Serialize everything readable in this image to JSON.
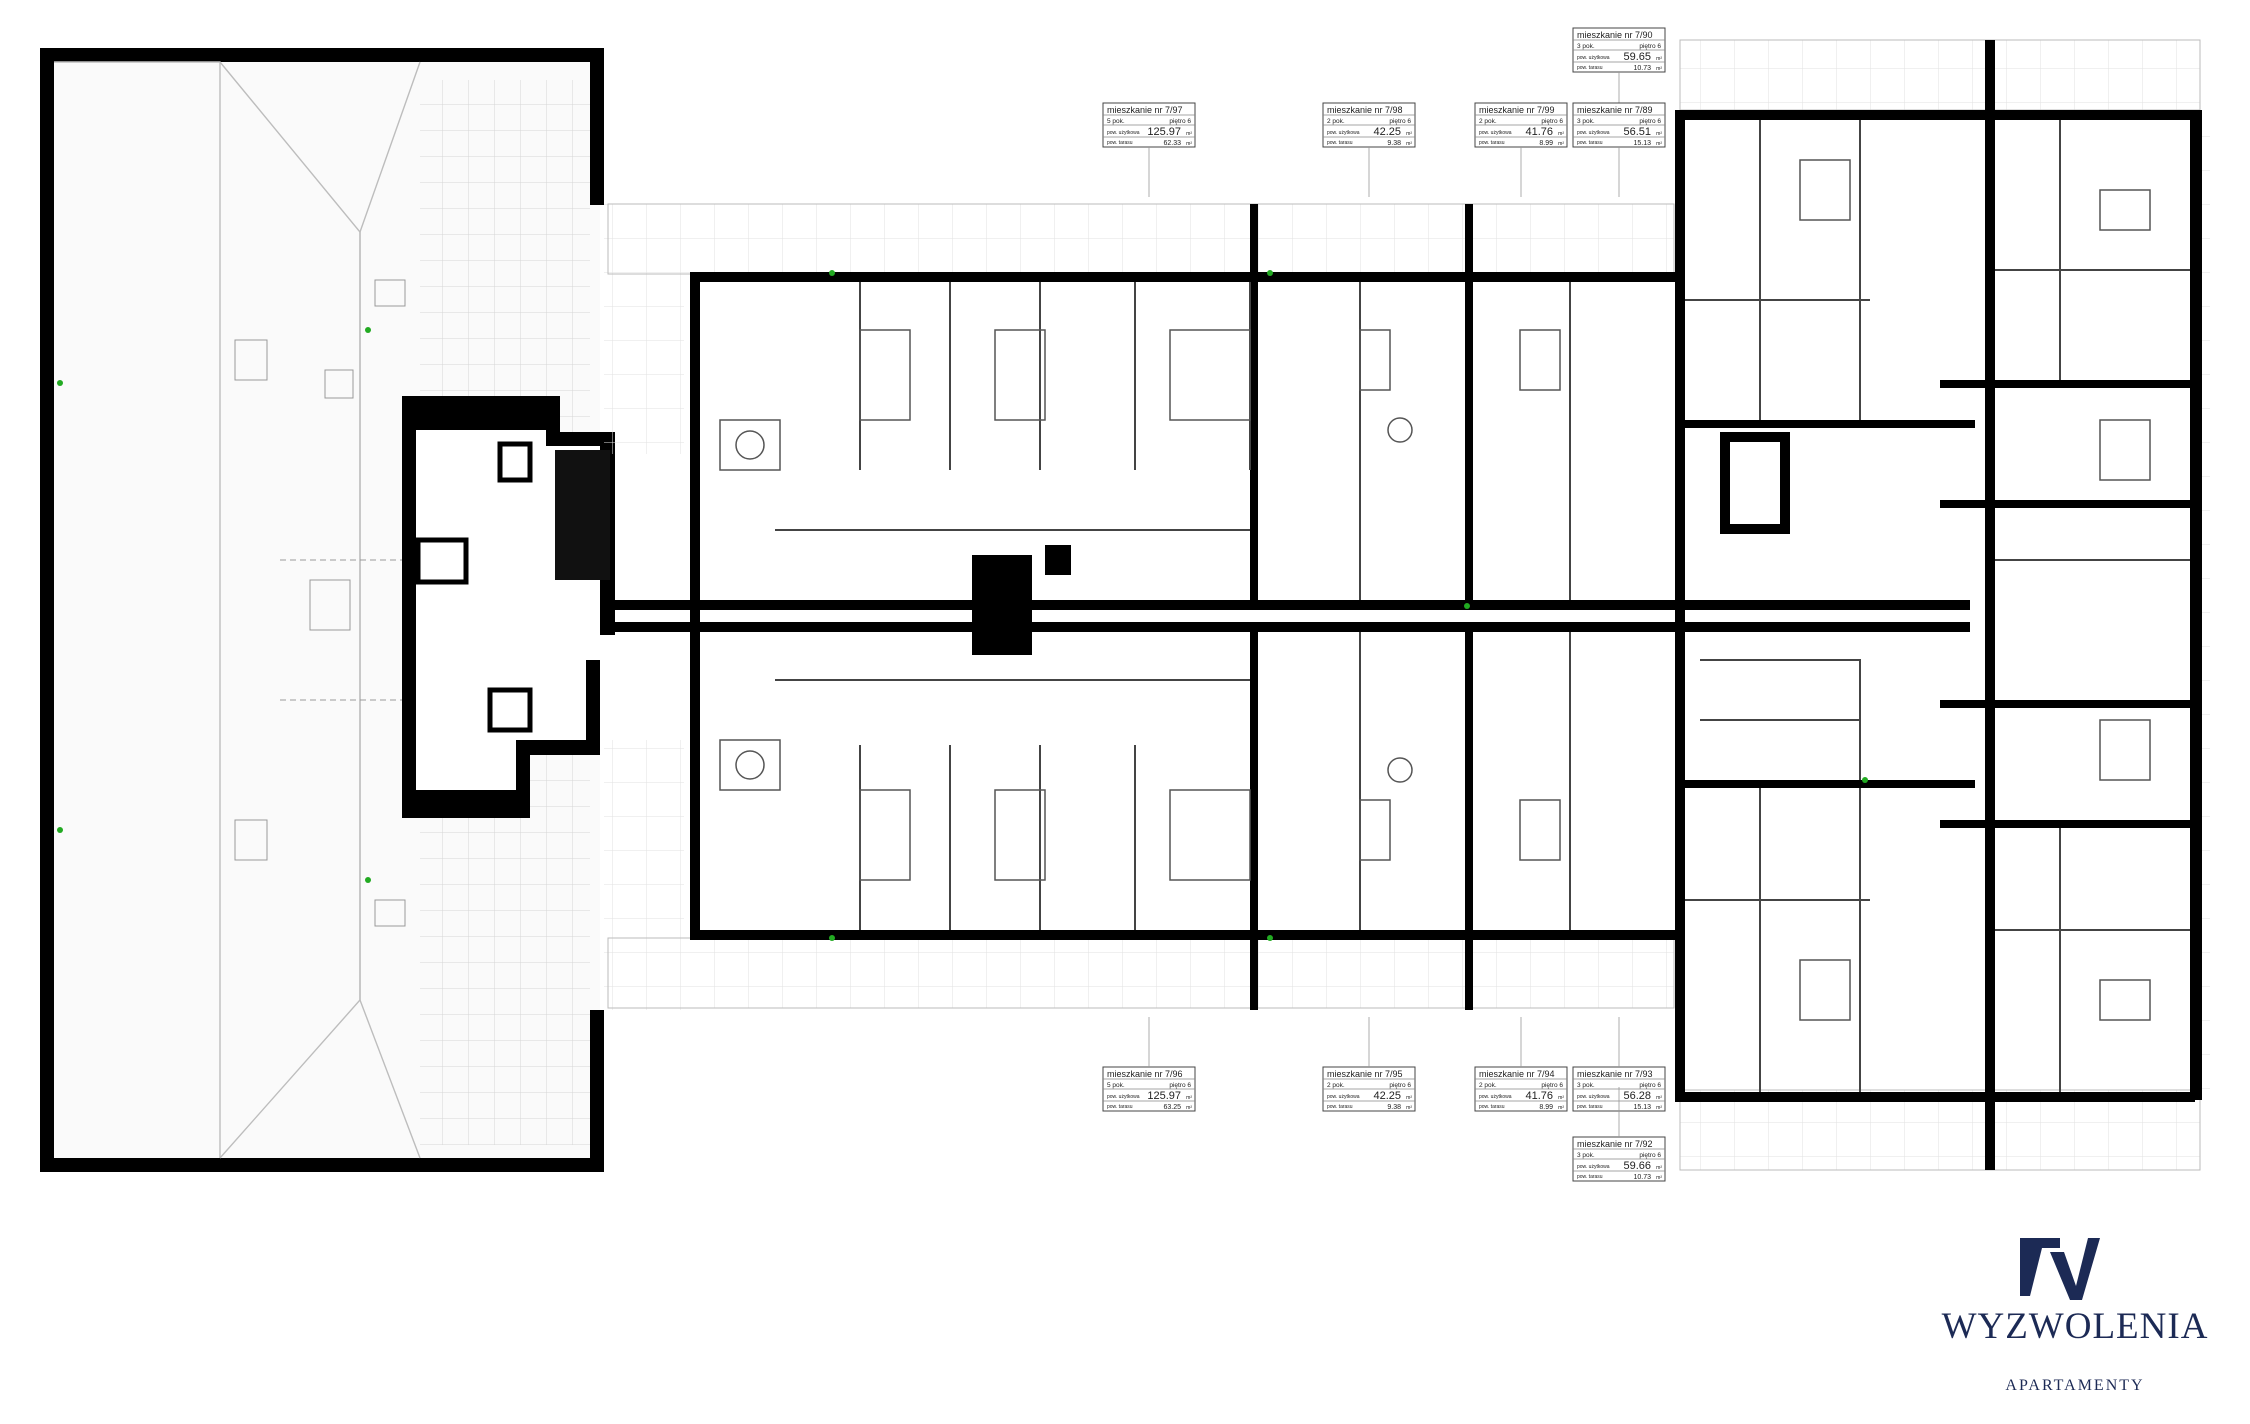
{
  "brand": {
    "name": "WYZWOLENIA",
    "subtitle": "APARTAMENTY",
    "color": "#1c2a55"
  },
  "colors": {
    "wall": "#000000",
    "partition": "#333333",
    "terrace_grid": "#d4d4d4",
    "marker": "#22aa22"
  },
  "floor_label": "piętro 6",
  "apartments": [
    {
      "id": "7/90",
      "title": "mieszkanie nr 7/90",
      "rooms": "3 pok.",
      "floor": "piętro 6",
      "usable_label": "pow. użytkowa",
      "usable": "59.65",
      "terrace_label": "pow. tarasu",
      "terrace": "10.73",
      "unit": "m²"
    },
    {
      "id": "7/97",
      "title": "mieszkanie nr 7/97",
      "rooms": "5 pok.",
      "floor": "piętro 6",
      "usable_label": "pow. użytkowa",
      "usable": "125.97",
      "terrace_label": "pow. tarasu",
      "terrace": "62.33",
      "unit": "m²"
    },
    {
      "id": "7/98",
      "title": "mieszkanie nr 7/98",
      "rooms": "2 pok.",
      "floor": "piętro 6",
      "usable_label": "pow. użytkowa",
      "usable": "42.25",
      "terrace_label": "pow. tarasu",
      "terrace": "9.38",
      "unit": "m²"
    },
    {
      "id": "7/99",
      "title": "mieszkanie nr 7/99",
      "rooms": "2 pok.",
      "floor": "piętro 6",
      "usable_label": "pow. użytkowa",
      "usable": "41.76",
      "terrace_label": "pow. tarasu",
      "terrace": "8.99",
      "unit": "m²"
    },
    {
      "id": "7/89",
      "title": "mieszkanie nr 7/89",
      "rooms": "3 pok.",
      "floor": "piętro 6",
      "usable_label": "pow. użytkowa",
      "usable": "56.51",
      "terrace_label": "pow. tarasu",
      "terrace": "15.13",
      "unit": "m²"
    },
    {
      "id": "7/96",
      "title": "mieszkanie nr 7/96",
      "rooms": "5 pok.",
      "floor": "piętro 6",
      "usable_label": "pow. użytkowa",
      "usable": "125.97",
      "terrace_label": "pow. tarasu",
      "terrace": "63.25",
      "unit": "m²"
    },
    {
      "id": "7/95",
      "title": "mieszkanie nr 7/95",
      "rooms": "2 pok.",
      "floor": "piętro 6",
      "usable_label": "pow. użytkowa",
      "usable": "42.25",
      "terrace_label": "pow. tarasu",
      "terrace": "9.38",
      "unit": "m²"
    },
    {
      "id": "7/94",
      "title": "mieszkanie nr 7/94",
      "rooms": "2 pok.",
      "floor": "piętro 6",
      "usable_label": "pow. użytkowa",
      "usable": "41.76",
      "terrace_label": "pow. tarasu",
      "terrace": "8.99",
      "unit": "m²"
    },
    {
      "id": "7/93",
      "title": "mieszkanie nr 7/93",
      "rooms": "3 pok.",
      "floor": "piętro 6",
      "usable_label": "pow. użytkowa",
      "usable": "56.28",
      "terrace_label": "pow. tarasu",
      "terrace": "15.13",
      "unit": "m²"
    },
    {
      "id": "7/92",
      "title": "mieszkanie nr 7/92",
      "rooms": "3 pok.",
      "floor": "piętro 6",
      "usable_label": "pow. użytkowa",
      "usable": "59.66",
      "terrace_label": "pow. tarasu",
      "terrace": "10.73",
      "unit": "m²"
    }
  ]
}
